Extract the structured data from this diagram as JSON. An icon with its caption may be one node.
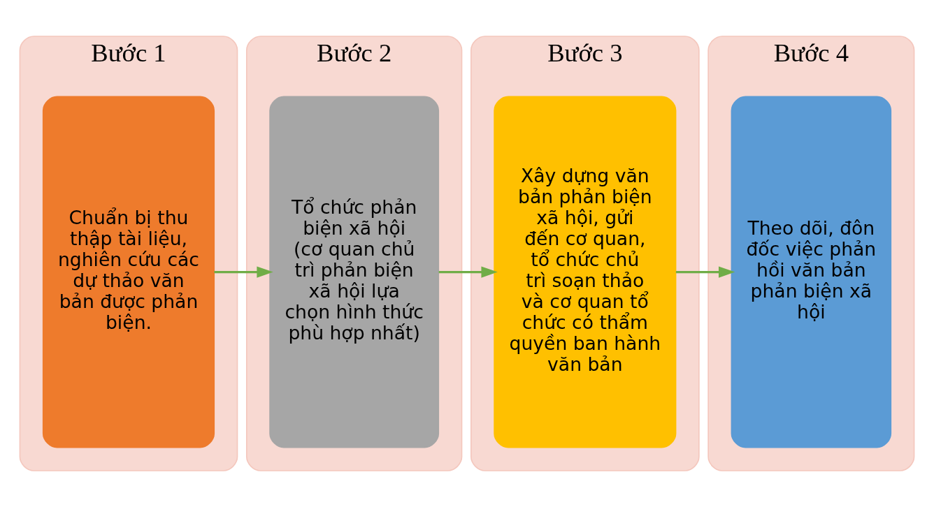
{
  "diagram": {
    "nodes": [
      {
        "text": [
          "Bước 1"
        ]
      },
      {
        "text": [
          "Chuẩn bị thu thập tài liệu, nghiên cứu các dự thảo văn bản được phản biện."
        ],
        "in": 0
      },
      {
        "text": [
          "Bước 2"
        ]
      },
      {
        "text": [
          "Tổ chức phản biện xã hội (cơ quan chủ trì phản biện xã hội lựa chọn hình thức phù hợp nhất)"
        ],
        "in": 2
      },
      {
        "text": [
          "Bước 3"
        ]
      },
      {
        "text": [
          "Xây dựng văn bản phản biện xã hội, gửi đến cơ quan, tổ chức chủ trì soạn thảo và cơ quan tổ chức có thẩm quyền ban hành văn bản"
        ],
        "in": 4
      },
      {
        "text": [
          "Bước 4"
        ]
      },
      {
        "text": [
          "Theo dõi, đôn đốc việc phản hồi văn bản phản biện xã hội"
        ],
        "in": 6
      }
    ],
    "edges": [
      {
        "from": 1,
        "to": 3,
        "arrow": "to",
        "color": "#70ad47"
      },
      {
        "from": 3,
        "to": 5,
        "arrow": "to",
        "color": "#70ad47"
      },
      {
        "from": 5,
        "to": 7,
        "arrow": "to",
        "color": "#70ad47"
      }
    ]
  }
}
